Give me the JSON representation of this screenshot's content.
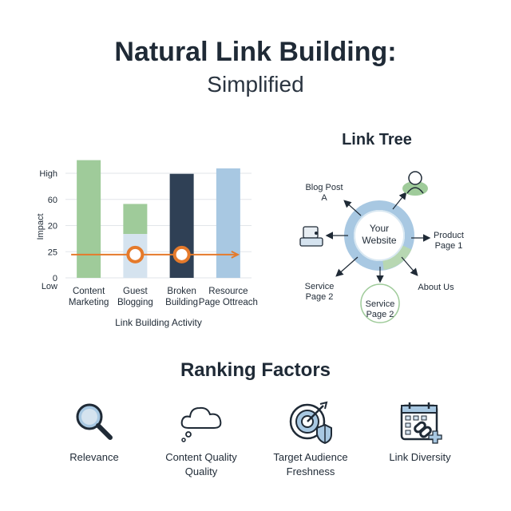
{
  "header": {
    "title": "Natural Link Building:",
    "subtitle": "Simplified"
  },
  "chart_data": {
    "type": "bar",
    "ylabel": "Impact",
    "xlabel": "Link Building Activity",
    "y_ticks": [
      "High",
      "60",
      "20",
      "25",
      "0"
    ],
    "y_low_label": "Low",
    "categories": [
      "Content Marketing",
      "Guest Blogging",
      "Broken Building",
      "Resource Page Ottreach"
    ],
    "category_lines": [
      [
        "Content",
        "Marketing"
      ],
      [
        "Guest",
        "Blogging"
      ],
      [
        "Broken",
        "Building"
      ],
      [
        "Resource",
        "Page Ottreach"
      ]
    ],
    "values": [
      4.3,
      2.7,
      3.8,
      4.0
    ],
    "ylim": [
      0,
      4.2
    ],
    "stacked_lower": [
      0,
      1.6,
      0,
      0
    ],
    "colors": [
      "#9fcb9a",
      "#2f4055",
      "#a8c8e2",
      "#d5e3ef"
    ],
    "bar_colors": [
      "#9fcb9a",
      "#9fcb9a",
      "#2f4055",
      "#a8c8e2"
    ],
    "lower_color": "#d5e3ef",
    "marker_line_value": 0.85,
    "marker_color": "#e57a2b",
    "grid": true
  },
  "link_tree": {
    "title": "Link Tree",
    "center_label_1": "Your",
    "center_label_2": "Website",
    "nodes": [
      {
        "line1": "Blog Post",
        "line2": "A"
      },
      {
        "line1": "Product",
        "line2": "Page 1"
      },
      {
        "line1": "About Us",
        "line2": ""
      },
      {
        "line1": "Service",
        "line2": "Page 2"
      },
      {
        "line1": "Service",
        "line2": "Page 2"
      }
    ],
    "ring_colors": [
      "#a8c8e2",
      "#b7d7b2"
    ],
    "icon_user": "user-icon",
    "icon_printer": "printer-icon"
  },
  "ranking": {
    "title": "Ranking Factors",
    "factors": [
      {
        "icon": "magnifier-icon",
        "line1": "Relevance",
        "line2": ""
      },
      {
        "icon": "cloud-icon",
        "line1": "Content Quality",
        "line2": "Quality"
      },
      {
        "icon": "target-shield-icon",
        "line1": "Target Audience",
        "line2": "Freshness"
      },
      {
        "icon": "calendar-link-icon",
        "line1": "Link Diversity",
        "line2": ""
      }
    ]
  }
}
